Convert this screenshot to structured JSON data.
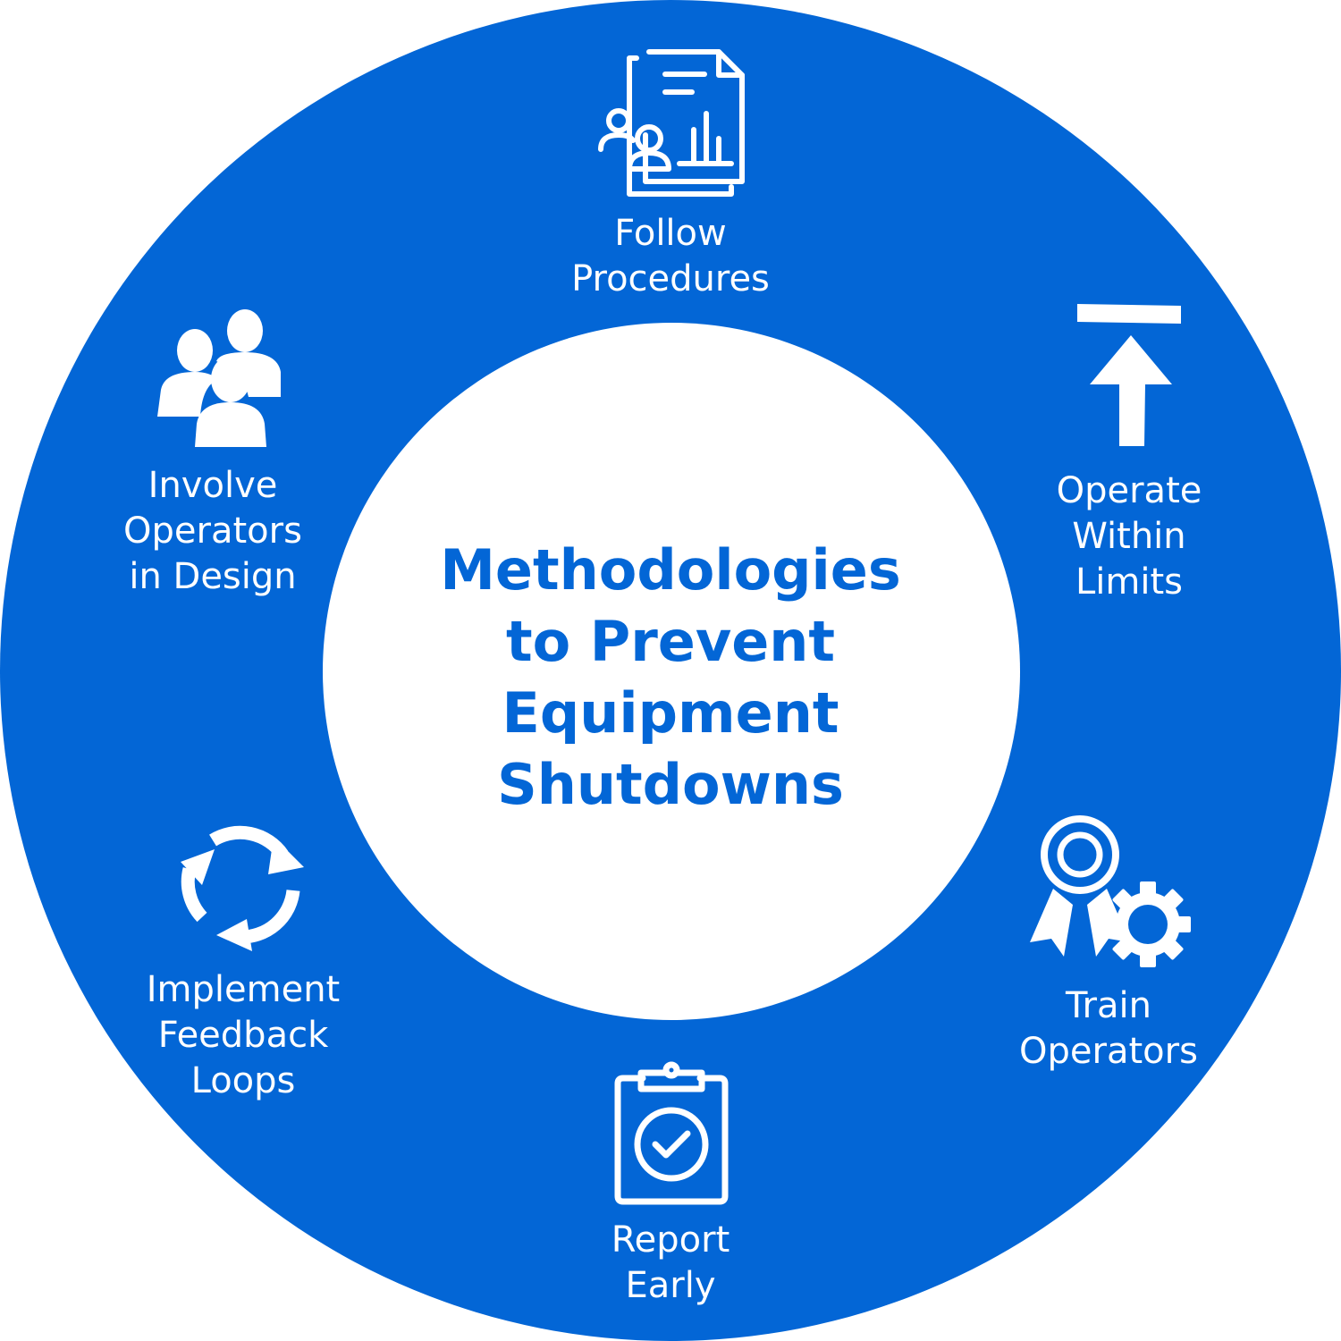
{
  "diagram": {
    "title_lines": [
      "Methodologies",
      "to Prevent",
      "Equipment",
      "Shutdowns"
    ],
    "colors": {
      "ring": "#0366d6",
      "hub": "#ffffff",
      "title": "#0366d6",
      "icon_and_label": "#ffffff"
    },
    "segments": [
      {
        "id": "follow-procedures",
        "icon": "report-document-icon",
        "label_lines": [
          "Follow",
          "Procedures"
        ]
      },
      {
        "id": "operate-within-limits",
        "icon": "upper-limit-arrow-icon",
        "label_lines": [
          "Operate",
          "Within",
          "Limits"
        ]
      },
      {
        "id": "train-operators",
        "icon": "award-ribbon-gear-icon",
        "label_lines": [
          "Train",
          "Operators"
        ]
      },
      {
        "id": "report-early",
        "icon": "clipboard-check-icon",
        "label_lines": [
          "Report",
          "Early"
        ]
      },
      {
        "id": "implement-feedback-loops",
        "icon": "cycle-arrows-icon",
        "label_lines": [
          "Implement",
          "Feedback",
          "Loops"
        ]
      },
      {
        "id": "involve-operators",
        "icon": "people-group-icon",
        "label_lines": [
          "Involve",
          "Operators",
          "in Design"
        ]
      }
    ]
  }
}
